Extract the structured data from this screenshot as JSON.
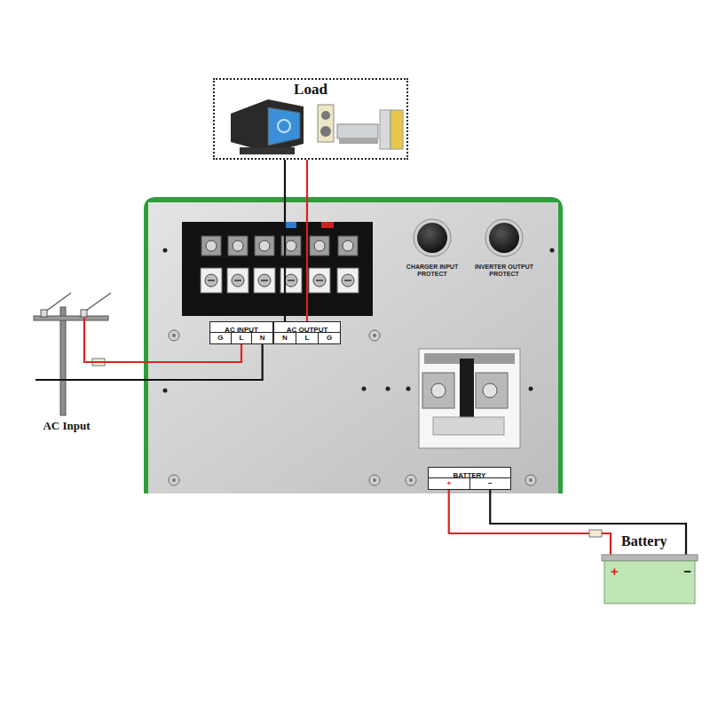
{
  "diagram": {
    "nodes": [
      {
        "text": [
          "Load"
        ]
      },
      {
        "text": [
          "AC Input"
        ]
      },
      {
        "text": [
          "AC INPUT",
          "G",
          "L",
          "N"
        ]
      },
      {
        "text": [
          "AC OUTPUT",
          "N",
          "L",
          "G"
        ]
      },
      {
        "text": [
          "BATTERY",
          "+",
          "−"
        ]
      },
      {
        "text": [
          "Battery",
          "+",
          "−"
        ]
      }
    ],
    "edges": [
      {
        "from": 1,
        "to": 2,
        "arrow": "none"
      },
      {
        "from": 1,
        "to": 2,
        "arrow": "none"
      },
      {
        "from": 3,
        "to": 0,
        "arrow": "none"
      },
      {
        "from": 3,
        "to": 0,
        "arrow": "none"
      },
      {
        "from": 4,
        "to": 5,
        "arrow": "none"
      },
      {
        "from": 4,
        "to": 5,
        "arrow": "none"
      }
    ],
    "labels": [
      "CHARGER INPUT PROTECT",
      "INVERTER OUTPUT PROTECT"
    ]
  }
}
